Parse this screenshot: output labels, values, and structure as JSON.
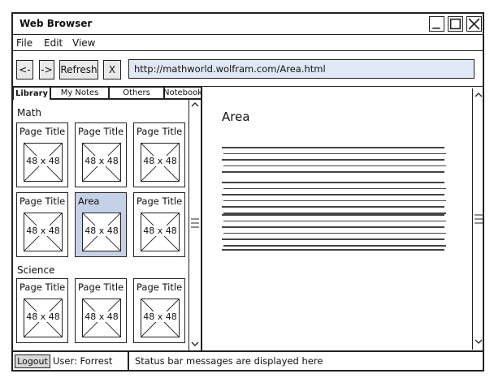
{
  "window": {
    "title": "Web Browser",
    "controls": [
      "minimize-icon",
      "maximize-icon",
      "close-icon"
    ]
  },
  "menu": {
    "file": "File",
    "edit": "Edit",
    "view": "View"
  },
  "toolbar": {
    "back_label": "<-",
    "forward_label": "->",
    "refresh_label": "Refresh",
    "stop_label": "X",
    "url": "http://mathworld.wolfram.com/Area.html"
  },
  "tabs": [
    "Library",
    "My Notes",
    "Others",
    "Notebook"
  ],
  "library": {
    "sections": [
      {
        "label": "Math",
        "items": [
          {
            "title": "Page Title",
            "image": "48 x 48"
          },
          {
            "title": "Page Title",
            "image": "48 x 48"
          },
          {
            "title": "Page Title",
            "image": "48 x 48"
          },
          {
            "title": "Page Title",
            "image": "48 x 48"
          },
          {
            "title": "Area",
            "image": "48 x 48"
          },
          {
            "title": "Page Title",
            "image": "48 x 48"
          }
        ]
      },
      {
        "label": "Science",
        "items": [
          {
            "title": "Page Title",
            "image": "48 x 48"
          },
          {
            "title": "Page Title",
            "image": "48 x 48"
          },
          {
            "title": "Page Title",
            "image": "48 x 48"
          }
        ]
      }
    ],
    "selected": "Area"
  },
  "content": {
    "title": "Area"
  },
  "status": {
    "logout_label": "Logout",
    "user_text": "User: Forrest",
    "message": "Status bar messages are displayed here"
  },
  "colors": {
    "selected_thumb": "#c5d1e8",
    "url_field": "#dfe8f4"
  }
}
